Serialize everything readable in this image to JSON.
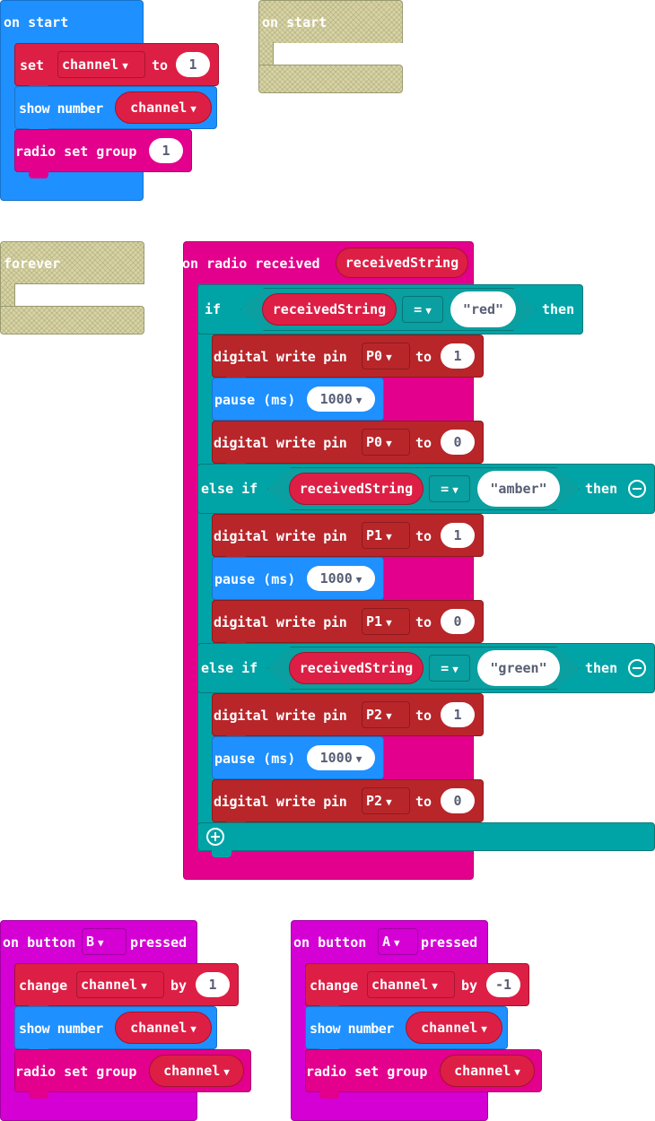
{
  "colors": {
    "basic_blue": "#1e90ff",
    "variables_red": "#dd1f45",
    "radio_pink": "#e3008c",
    "pins_darkred": "#b8262a",
    "logic_teal": "#00a4a6",
    "input_purple": "#d400d4",
    "disabled_tan": "#d8d3a3"
  },
  "on_start": {
    "hat_label": "on start",
    "set_label": "set",
    "set_var": "channel",
    "set_to": "to",
    "set_value": "1",
    "show_label": "show number",
    "show_var": "channel",
    "radio_label": "radio set group",
    "radio_value": "1"
  },
  "on_start_disabled": {
    "hat_label": "on start"
  },
  "forever_disabled": {
    "hat_label": "forever"
  },
  "on_radio": {
    "hat_label": "on radio received",
    "param": "receivedString",
    "if_label": "if",
    "then_label": "then",
    "else_if_label": "else if",
    "eq_op": "=",
    "cond1_var": "receivedString",
    "cond1_value": "\"red\"",
    "cond2_var": "receivedString",
    "cond2_value": "\"amber\"",
    "cond3_var": "receivedString",
    "cond3_value": "\"green\"",
    "writepin_label": "digital write pin",
    "to_label": "to",
    "pause_label": "pause (ms)",
    "pause_value": "1000",
    "pins": [
      "P0",
      "P0",
      "P1",
      "P1",
      "P2",
      "P2"
    ],
    "pin_values": [
      "1",
      "0",
      "1",
      "0",
      "1",
      "0"
    ]
  },
  "on_button_b": {
    "hat_prefix": "on button",
    "button": "B",
    "hat_suffix": "pressed",
    "change_label": "change",
    "change_var": "channel",
    "by_label": "by",
    "change_value": "1",
    "show_label": "show number",
    "show_var": "channel",
    "radio_label": "radio set group",
    "radio_var": "channel"
  },
  "on_button_a": {
    "hat_prefix": "on button",
    "button": "A",
    "hat_suffix": "pressed",
    "change_label": "change",
    "change_var": "channel",
    "by_label": "by",
    "change_value": "-1",
    "show_label": "show number",
    "show_var": "channel",
    "radio_label": "radio set group",
    "radio_var": "channel"
  }
}
